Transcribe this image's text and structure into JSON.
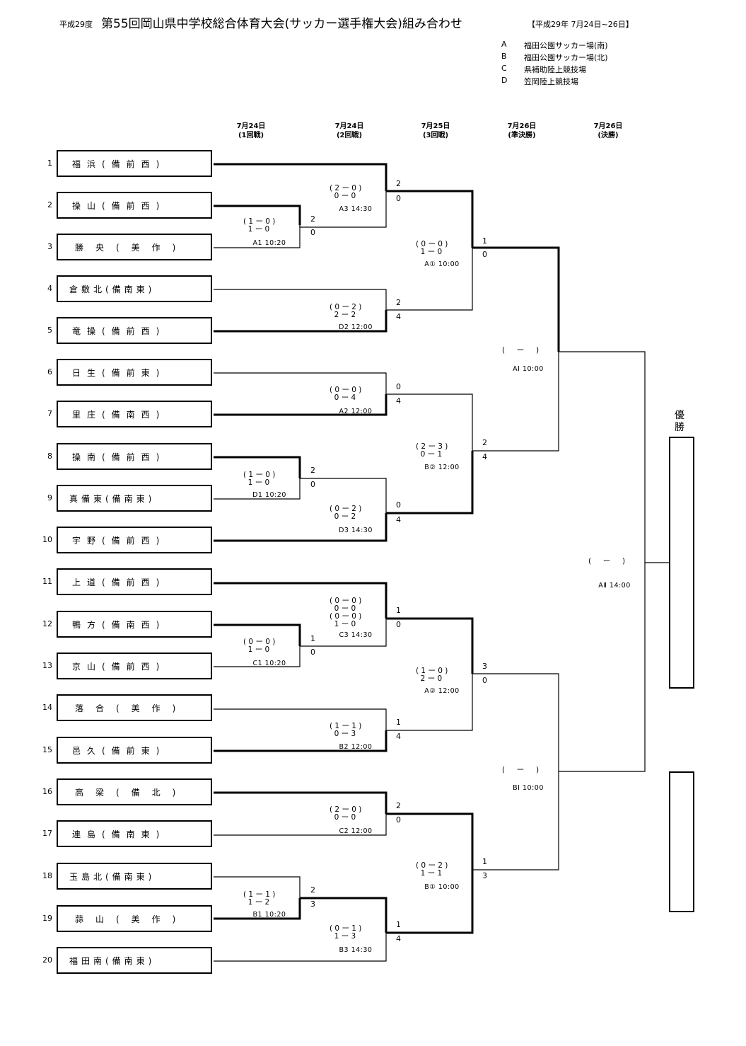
{
  "header": {
    "year": "平成29度",
    "title": "第55回岡山県中学校総合体育大会(サッカー選手権大会)組み合わせ",
    "dates": "【平成29年 7月24日~26日】"
  },
  "venues": [
    {
      "code": "A",
      "name": "福田公園サッカー場(南)"
    },
    {
      "code": "B",
      "name": "福田公園サッカー場(北)"
    },
    {
      "code": "C",
      "name": "県補助陸上競技場"
    },
    {
      "code": "D",
      "name": "笠岡陸上競技場"
    }
  ],
  "rounds": [
    {
      "date": "7月24日",
      "name": "(1回戦)"
    },
    {
      "date": "7月24日",
      "name": "(2回戦)"
    },
    {
      "date": "7月25日",
      "name": "(3回戦)"
    },
    {
      "date": "7月26日",
      "name": "(準決勝)"
    },
    {
      "date": "7月26日",
      "name": "(決勝)"
    }
  ],
  "teams": [
    {
      "num": "1",
      "name": "福浜(備前西)"
    },
    {
      "num": "2",
      "name": "操山(備前西)"
    },
    {
      "num": "3",
      "name": "勝央(美作)"
    },
    {
      "num": "4",
      "name": "倉敷北(備南東)"
    },
    {
      "num": "5",
      "name": "竜操(備前西)"
    },
    {
      "num": "6",
      "name": "日生(備前東)"
    },
    {
      "num": "7",
      "name": "里庄(備南西)"
    },
    {
      "num": "8",
      "name": "操南(備前西)"
    },
    {
      "num": "9",
      "name": "真備東(備南東)"
    },
    {
      "num": "10",
      "name": "宇野(備前西)"
    },
    {
      "num": "11",
      "name": "上道(備前西)"
    },
    {
      "num": "12",
      "name": "鴨方(備南西)"
    },
    {
      "num": "13",
      "name": "京山(備前西)"
    },
    {
      "num": "14",
      "name": "落合(美作)"
    },
    {
      "num": "15",
      "name": "邑久(備前東)"
    },
    {
      "num": "16",
      "name": "高梁(備北)"
    },
    {
      "num": "17",
      "name": "連島(備南東)"
    },
    {
      "num": "18",
      "name": "玉島北(備南東)"
    },
    {
      "num": "19",
      "name": "蒜山(美作)"
    },
    {
      "num": "20",
      "name": "福田南(備南東)"
    }
  ],
  "matches": [
    {
      "label": "A1 10:20",
      "detail": "( 1 ー 0 )\n  1 ー 0",
      "top": "2",
      "bottom": "0"
    },
    {
      "label": "D1 10:20",
      "detail": "( 1 ー 0 )\n  1 ー 0",
      "top": "2",
      "bottom": "0"
    },
    {
      "label": "C1 10:20",
      "detail": "( 0 ー 0 )\n  1 ー 0",
      "top": "1",
      "bottom": "0"
    },
    {
      "label": "B1 10:20",
      "detail": "( 1 ー 1 )\n  1 ー 2",
      "top": "2",
      "bottom": "3"
    },
    {
      "label": "A3 14:30",
      "detail": "( 2 ー 0 )\n  0 ー 0",
      "top": "2",
      "bottom": "0"
    },
    {
      "label": "D2 12:00",
      "detail": "( 0 ー 2 )\n  2 ー 2",
      "top": "2",
      "bottom": "4"
    },
    {
      "label": "A2 12:00",
      "detail": "( 0 ー 0 )\n  0 ー 4",
      "top": "0",
      "bottom": "4"
    },
    {
      "label": "D3 14:30",
      "detail": "( 0 ー 2 )\n  0 ー 2",
      "top": "0",
      "bottom": "4"
    },
    {
      "label": "C3 14:30",
      "detail": "( 0 ー 0 )\n  0 ー 0\n( 0 ー 0 )\n  1 ー 0",
      "top": "1",
      "bottom": "0"
    },
    {
      "label": "B2 12:00",
      "detail": "( 1 ー 1 )\n  0 ー 3",
      "top": "1",
      "bottom": "4"
    },
    {
      "label": "C2 12:00",
      "detail": "( 2 ー 0 )\n  0 ー 0",
      "top": "2",
      "bottom": "0"
    },
    {
      "label": "B3 14:30",
      "detail": "( 0 ー 1 )\n  1 ー 3",
      "top": "1",
      "bottom": "4"
    },
    {
      "label": "A① 10:00",
      "detail": "( 0 ー 0 )\n  1 ー 0",
      "top": "1",
      "bottom": "0"
    },
    {
      "label": "B② 12:00",
      "detail": "( 2 ー 3 )\n  0 ー 1",
      "top": "2",
      "bottom": "4"
    },
    {
      "label": "A② 12:00",
      "detail": "( 1 ー 0 )\n  2 ー 0",
      "top": "3",
      "bottom": "0"
    },
    {
      "label": "B① 10:00",
      "detail": "( 0 ー 2 )\n  1 ー 1",
      "top": "1",
      "bottom": "3"
    },
    {
      "label": "AⅠ 10:00",
      "detail": "(     ー     )"
    },
    {
      "label": "BⅠ 10:00",
      "detail": "(     ー     )"
    },
    {
      "label": "AⅡ 14:00",
      "detail": "(     ー     )"
    }
  ],
  "champion_label": "優勝"
}
